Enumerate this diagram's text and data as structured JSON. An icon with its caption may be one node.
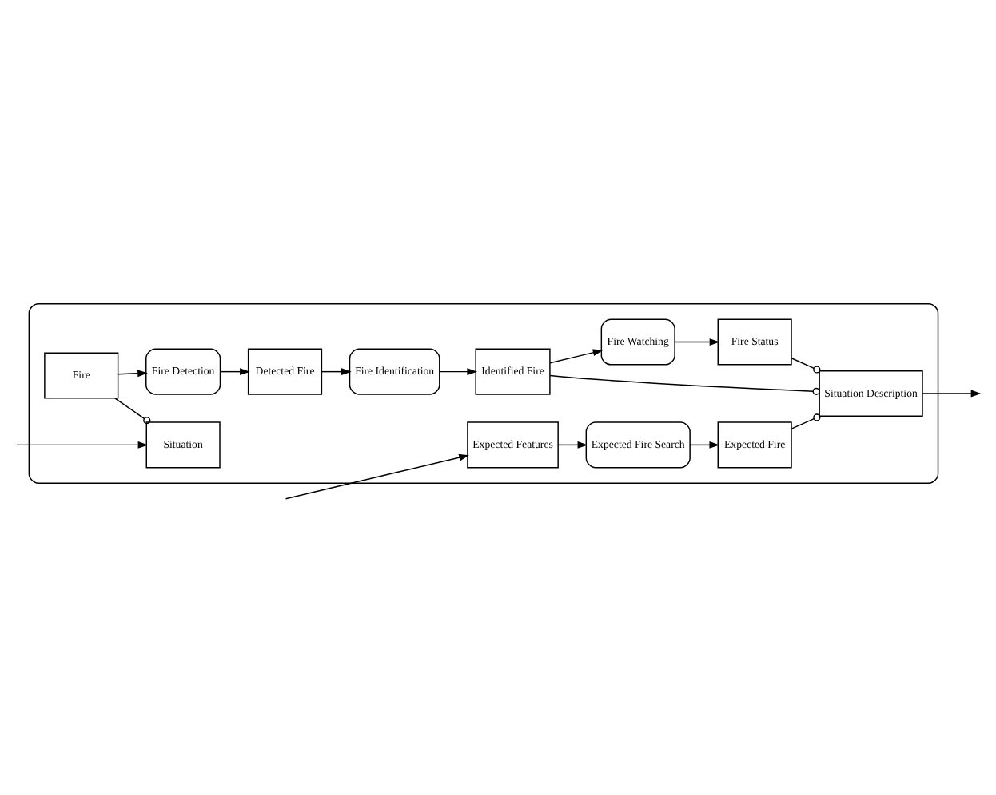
{
  "diagram": {
    "nodes": [
      {
        "text": [],
        "shape": "box"
      },
      {
        "text": [
          "Fire"
        ],
        "in": 0
      },
      {
        "text": [
          "Fire Detection"
        ],
        "in": 0
      },
      {
        "text": [
          "Situation"
        ],
        "in": 0
      },
      {
        "text": [
          "Detected Fire"
        ],
        "in": 0
      },
      {
        "text": [
          "Fire Watching"
        ],
        "in": 0
      },
      {
        "text": [
          "Fire Status"
        ],
        "in": 0
      },
      {
        "text": [
          "Fire Identification"
        ],
        "in": 0
      },
      {
        "text": [
          "Identified Fire"
        ],
        "in": 0
      },
      {
        "text": [
          "Situation Description"
        ],
        "in": 0
      },
      {
        "text": [
          "Expected Features"
        ],
        "in": 0
      },
      {
        "text": [
          "Expected Fire Search"
        ],
        "in": 0
      },
      {
        "text": [
          "Expected Fire"
        ],
        "in": 0
      }
    ],
    "edges": [
      {
        "from": 1,
        "to": 2,
        "arrow": "to"
      },
      {
        "from": 2,
        "to": 4,
        "arrow": "to"
      },
      {
        "from": 1,
        "to": 3,
        "arrow": "other"
      },
      {
        "from": null,
        "to": 3,
        "arrow": "to"
      },
      {
        "from": 4,
        "to": 7,
        "arrow": "to"
      },
      {
        "from": 7,
        "to": 8,
        "arrow": "to"
      },
      {
        "from": 8,
        "to": 5,
        "arrow": "to"
      },
      {
        "from": 5,
        "to": 6,
        "arrow": "to"
      },
      {
        "from": 8,
        "to": 9,
        "arrow": "other"
      },
      {
        "from": 6,
        "to": 9,
        "arrow": "other"
      },
      {
        "from": 12,
        "to": 9,
        "arrow": "other"
      },
      {
        "from": 9,
        "to": null,
        "arrow": "to"
      },
      {
        "from": null,
        "to": 10,
        "arrow": "to"
      },
      {
        "from": 10,
        "to": 11,
        "arrow": "to"
      },
      {
        "from": 11,
        "to": 12,
        "arrow": "to"
      }
    ]
  }
}
